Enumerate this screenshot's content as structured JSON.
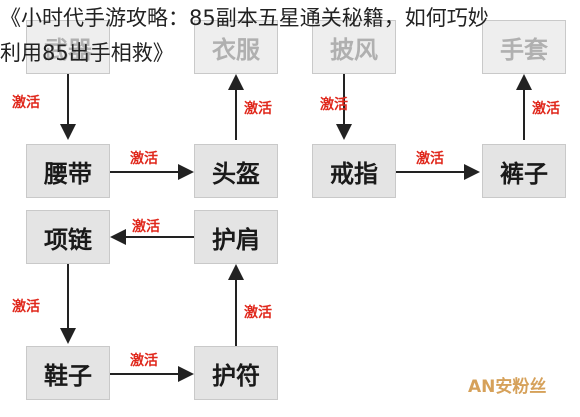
{
  "title": {
    "line1": "《小时代手游攻略：85副本五星通关秘籍，如何巧妙",
    "line2": "利用85出手相救》"
  },
  "nodes": {
    "wuqi": "武器",
    "yiguan": "衣服",
    "pifeng": "披风",
    "shoutao": "手套",
    "yaodai": "腰带",
    "toukui": "头盔",
    "xianglian": "项链",
    "hujian": "护肩",
    "xiezi": "鞋子",
    "hufu": "护符",
    "jiezhi": "戒指",
    "kuzi": "裤子"
  },
  "edge_label": "激活",
  "watermark": "AN安粉丝"
}
